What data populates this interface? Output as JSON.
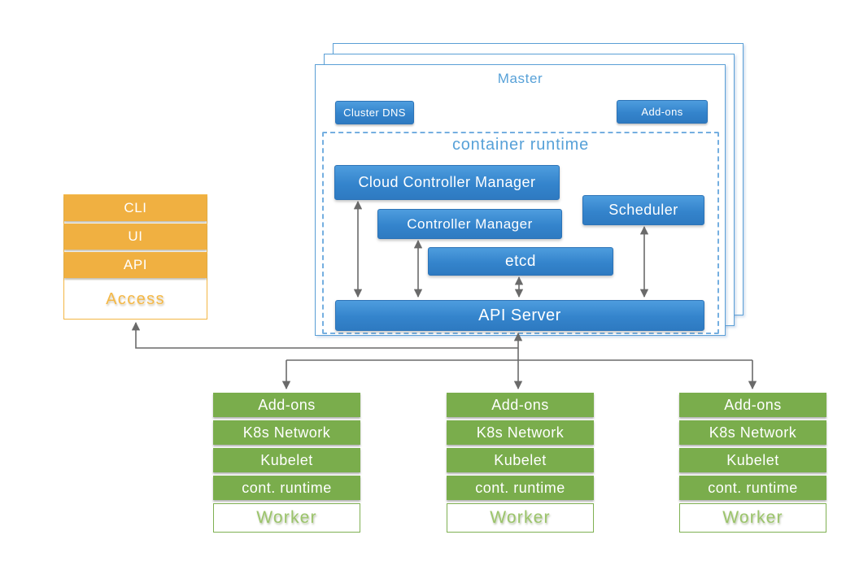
{
  "colors": {
    "blue": "#3787CE",
    "blue_light": "#5BA0D9",
    "orange": "#F0B041",
    "green": "#7AAD4C",
    "arrow_gray": "#6A6A6A"
  },
  "access_stack": {
    "items": [
      {
        "label": "CLI"
      },
      {
        "label": "UI"
      },
      {
        "label": "API"
      }
    ],
    "footer_label": "Access"
  },
  "master": {
    "title": "Master",
    "buttons": {
      "cluster_dns": "Cluster DNS",
      "addons": "Add-ons"
    },
    "container_runtime": {
      "title": "container runtime",
      "cloud_controller_manager": "Cloud Controller Manager",
      "controller_manager": "Controller Manager",
      "scheduler": "Scheduler",
      "etcd": "etcd",
      "api_server": "API Server"
    }
  },
  "workers": [
    {
      "layers": [
        "Add-ons",
        "K8s Network",
        "Kubelet",
        "cont. runtime"
      ],
      "footer_label": "Worker"
    },
    {
      "layers": [
        "Add-ons",
        "K8s Network",
        "Kubelet",
        "cont. runtime"
      ],
      "footer_label": "Worker"
    },
    {
      "layers": [
        "Add-ons",
        "K8s Network",
        "Kubelet",
        "cont. runtime"
      ],
      "footer_label": "Worker"
    }
  ]
}
